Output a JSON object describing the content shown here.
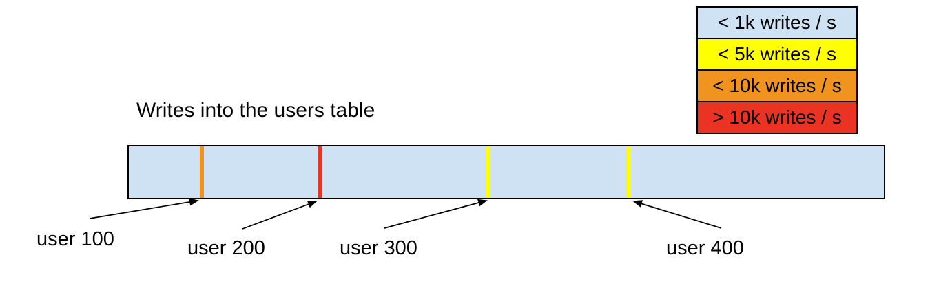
{
  "title": "Writes into the users table",
  "colors": {
    "table_fill": "#cfe2f3",
    "border": "#000000",
    "lt_1k": "#cfe2f3",
    "lt_5k": "#ffff00",
    "lt_10k": "#f0941f",
    "gt_10k": "#ea3323"
  },
  "legend": {
    "items": [
      {
        "label": "< 1k writes / s",
        "color": "#cfe2f3"
      },
      {
        "label": "< 5k writes / s",
        "color": "#ffff00"
      },
      {
        "label": "< 10k writes / s",
        "color": "#f0941f"
      },
      {
        "label": "> 10k writes / s",
        "color": "#ea3323"
      }
    ]
  },
  "bar": {
    "fill": "#cfe2f3",
    "markers": [
      {
        "user": "user 100",
        "rate_bucket": "< 10k writes / s",
        "color": "#f0941f"
      },
      {
        "user": "user 200",
        "rate_bucket": "> 10k writes / s",
        "color": "#ea3323"
      },
      {
        "user": "user 300",
        "rate_bucket": "< 5k writes / s",
        "color": "#ffff00"
      },
      {
        "user": "user 400",
        "rate_bucket": "< 5k writes / s",
        "color": "#ffff00"
      }
    ]
  }
}
